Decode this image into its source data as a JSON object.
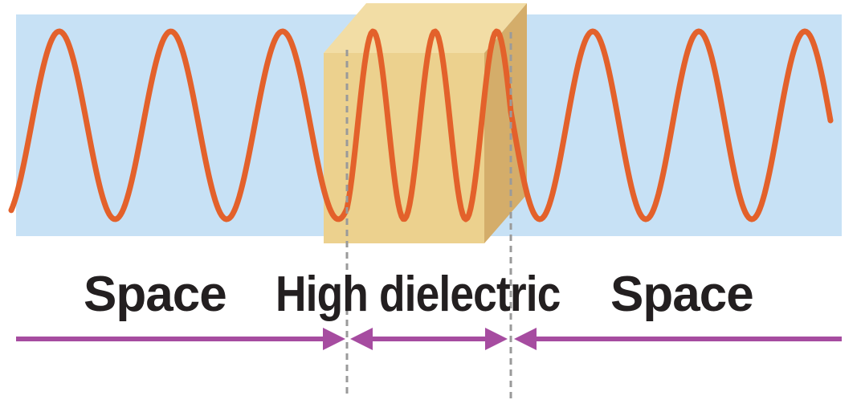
{
  "labels": {
    "left": "Space",
    "middle": "High dielectric",
    "right": "Space"
  },
  "colors": {
    "background_band": "#c7e1f5",
    "wave": "#e3612b",
    "block_front": "#ecd18e",
    "block_top": "#f2dda5",
    "block_side": "#d4ad6a",
    "boundary_line": "#9a9a9a",
    "arrow": "#a64ca0",
    "text": "#231f20"
  }
}
